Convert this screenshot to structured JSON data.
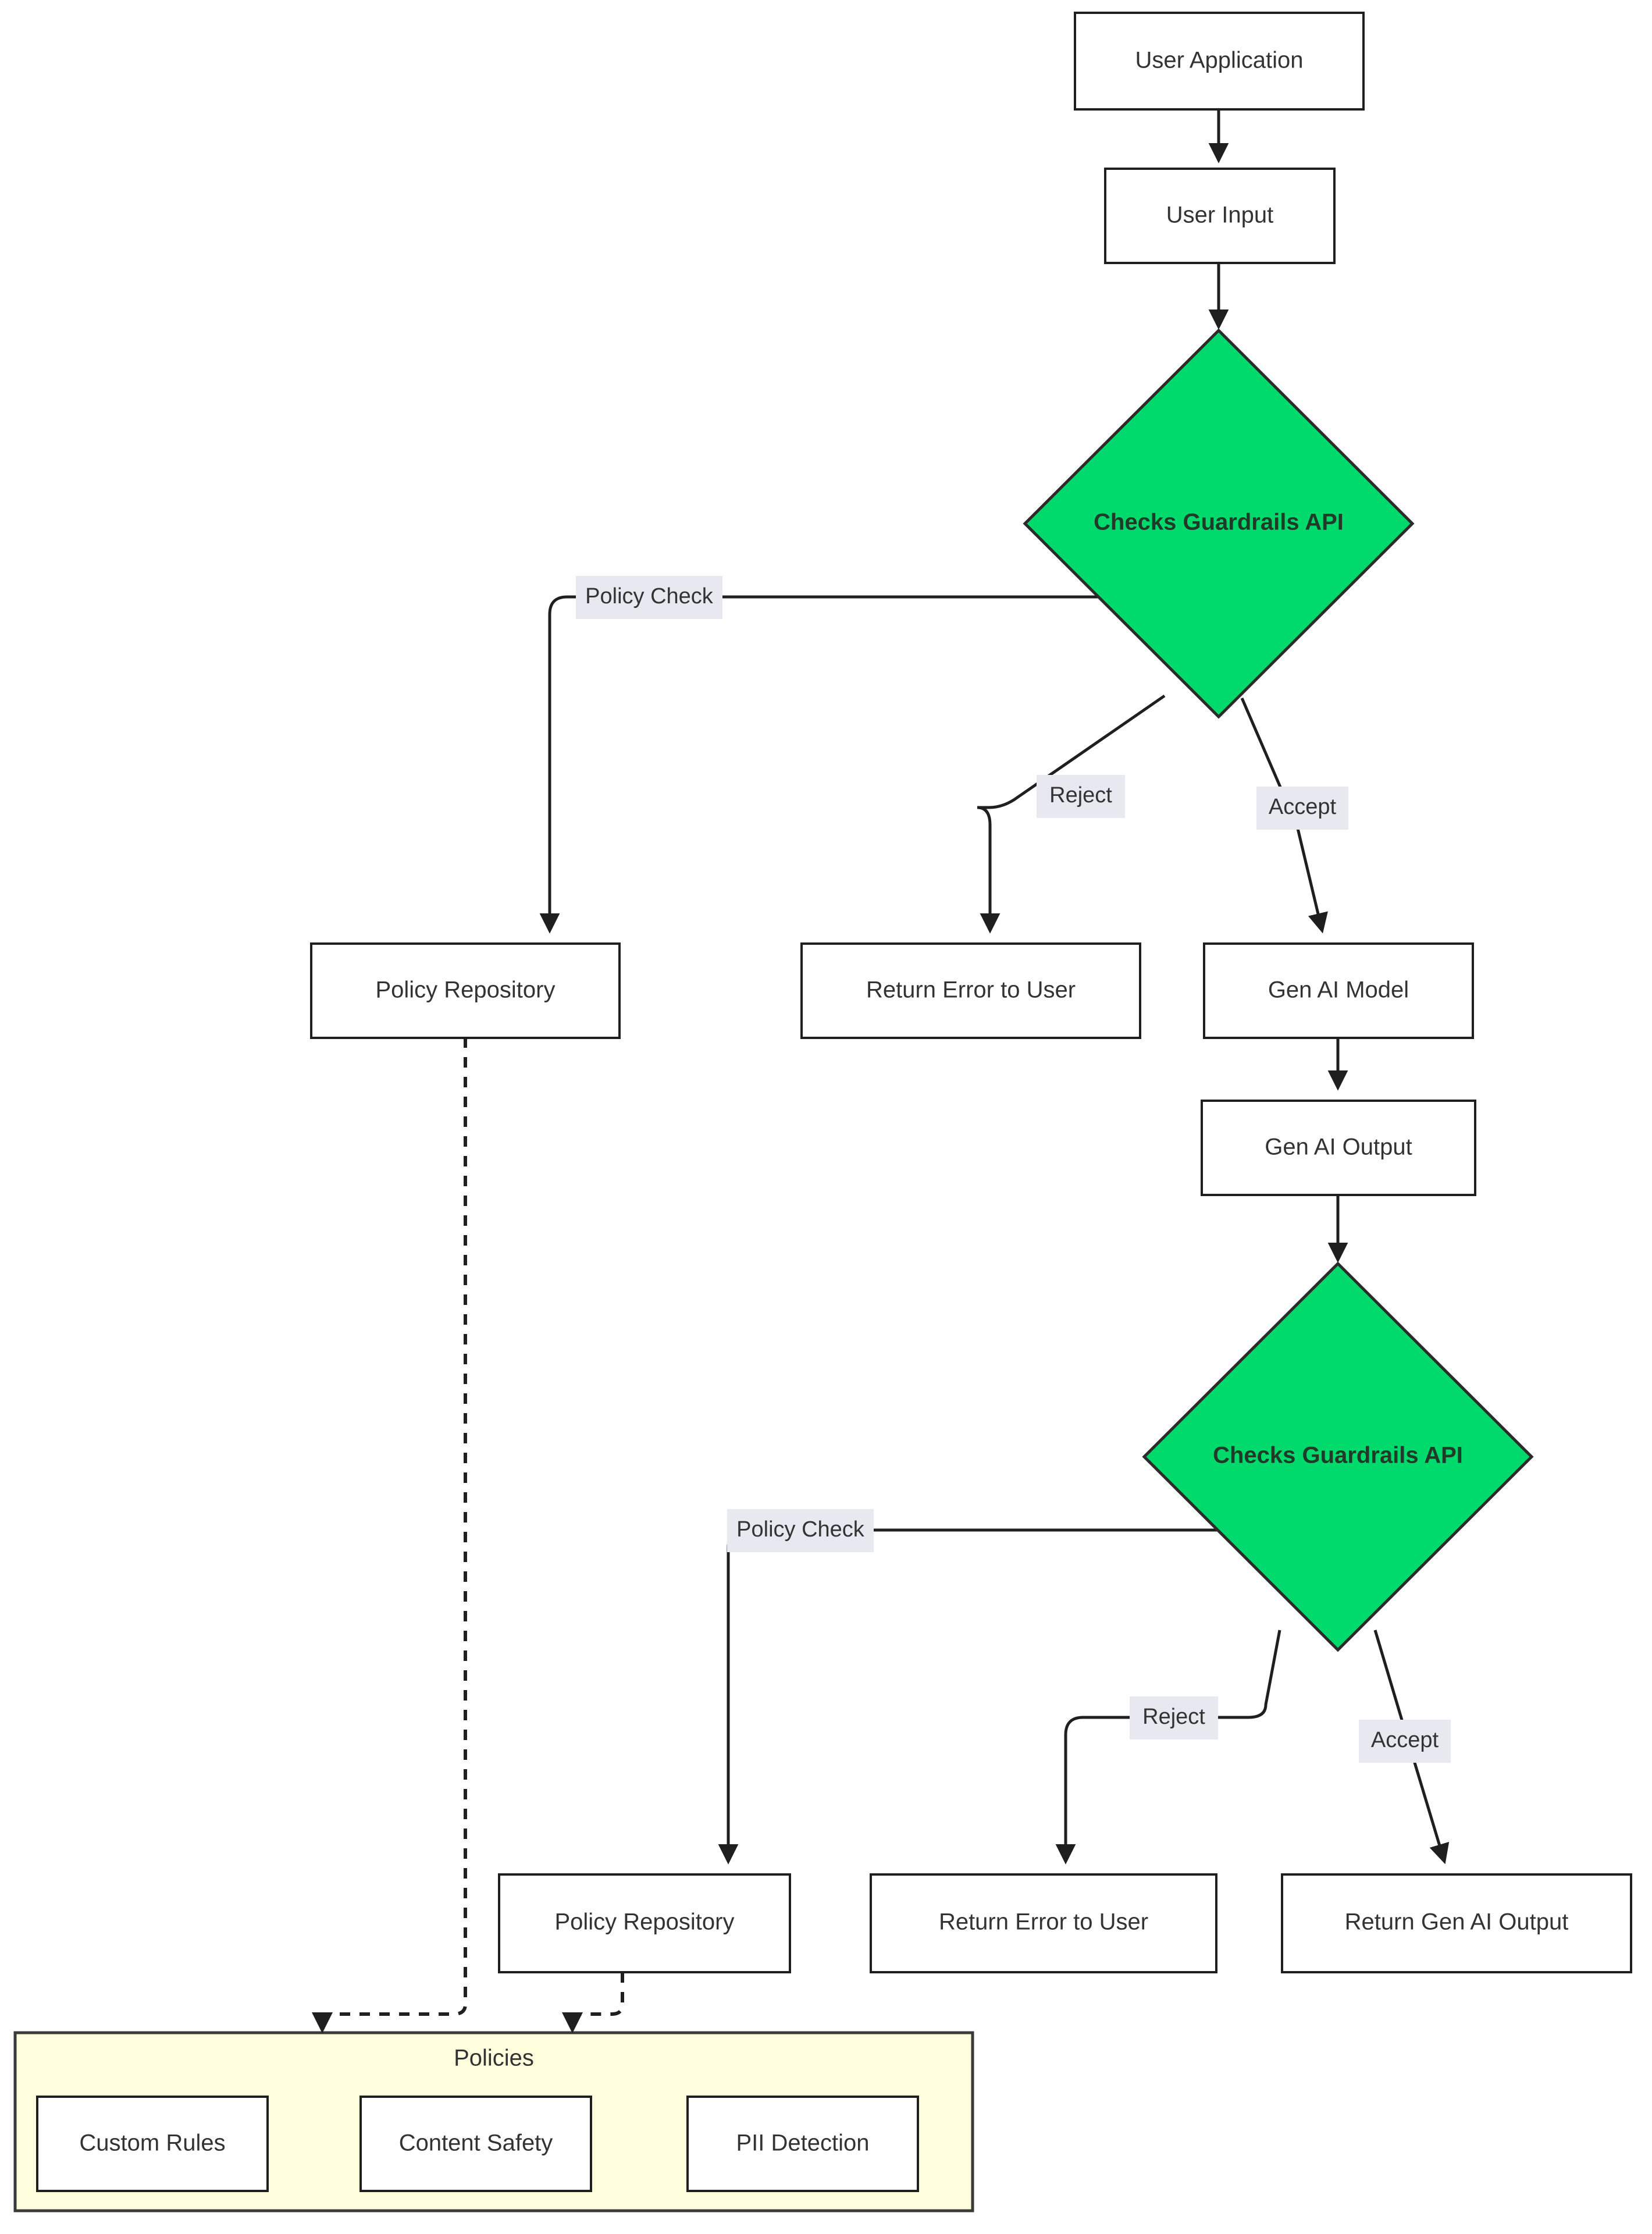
{
  "diagram": {
    "type": "flowchart",
    "direction": "top-down",
    "background_color": "#ffffff",
    "decision_color": "#00d96b",
    "subgraph_color": "#ffffde",
    "edge_label_bg": "#e8e8f0",
    "nodes": [
      {
        "id": "user_application",
        "label": "User Application",
        "shape": "rect"
      },
      {
        "id": "user_input",
        "label": "User Input",
        "shape": "rect"
      },
      {
        "id": "guardrails_input",
        "label": "Checks Guardrails API",
        "shape": "diamond"
      },
      {
        "id": "policy_repo_input",
        "label": "Policy Repository",
        "shape": "rect"
      },
      {
        "id": "return_error_input",
        "label": "Return Error to User",
        "shape": "rect"
      },
      {
        "id": "gen_ai_model",
        "label": "Gen AI Model",
        "shape": "rect"
      },
      {
        "id": "gen_ai_output",
        "label": "Gen AI Output",
        "shape": "rect"
      },
      {
        "id": "guardrails_output",
        "label": "Checks Guardrails API",
        "shape": "diamond"
      },
      {
        "id": "policy_repo_output",
        "label": "Policy Repository",
        "shape": "rect"
      },
      {
        "id": "return_error_output",
        "label": "Return Error to User",
        "shape": "rect"
      },
      {
        "id": "return_gen_ai_output",
        "label": "Return Gen AI Output",
        "shape": "rect"
      }
    ],
    "subgraph": {
      "id": "policies",
      "title": "Policies",
      "children": [
        {
          "id": "custom_rules",
          "label": "Custom Rules"
        },
        {
          "id": "content_safety",
          "label": "Content Safety"
        },
        {
          "id": "pii_detection",
          "label": "PII Detection"
        }
      ]
    },
    "edges": [
      {
        "from": "user_application",
        "to": "user_input",
        "label": "",
        "style": "solid"
      },
      {
        "from": "user_input",
        "to": "guardrails_input",
        "label": "",
        "style": "solid"
      },
      {
        "from": "guardrails_input",
        "to": "policy_repo_input",
        "label": "Policy Check",
        "style": "solid"
      },
      {
        "from": "guardrails_input",
        "to": "return_error_input",
        "label": "Reject",
        "style": "solid"
      },
      {
        "from": "guardrails_input",
        "to": "gen_ai_model",
        "label": "Accept",
        "style": "solid"
      },
      {
        "from": "gen_ai_model",
        "to": "gen_ai_output",
        "label": "",
        "style": "solid"
      },
      {
        "from": "gen_ai_output",
        "to": "guardrails_output",
        "label": "",
        "style": "solid"
      },
      {
        "from": "guardrails_output",
        "to": "policy_repo_output",
        "label": "Policy Check",
        "style": "solid"
      },
      {
        "from": "guardrails_output",
        "to": "return_error_output",
        "label": "Reject",
        "style": "solid"
      },
      {
        "from": "guardrails_output",
        "to": "return_gen_ai_output",
        "label": "Accept",
        "style": "solid"
      },
      {
        "from": "policy_repo_input",
        "to": "policies",
        "label": "",
        "style": "dotted"
      },
      {
        "from": "policy_repo_output",
        "to": "policies",
        "label": "",
        "style": "dotted"
      }
    ],
    "edge_labels": {
      "policy_check_1": "Policy Check",
      "reject_1": "Reject",
      "accept_1": "Accept",
      "policy_check_2": "Policy Check",
      "reject_2": "Reject",
      "accept_2": "Accept"
    }
  }
}
